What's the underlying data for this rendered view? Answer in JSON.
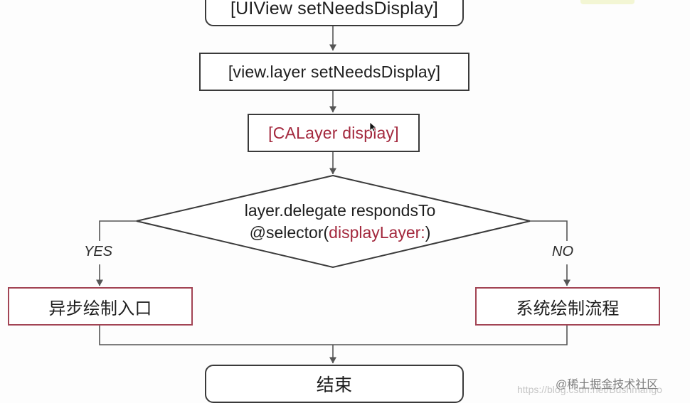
{
  "diagram": {
    "nodes": {
      "uiview_set_needs_display": "[UIView setNeedsDisplay]",
      "layer_set_needs_display": "[view.layer setNeedsDisplay]",
      "calayer_display": "[CALayer display]",
      "decision_line1": "layer.delegate respondsTo",
      "decision_line2_prefix": "@selector(",
      "decision_line2_selector": "displayLayer:",
      "decision_line2_suffix": ")",
      "async_draw_entry": "异步绘制入口",
      "system_draw_flow": "系统绘制流程",
      "end": "结束"
    },
    "branches": {
      "yes": "YES",
      "no": "NO"
    }
  },
  "watermark": {
    "brand": "@稀土掘金技术社区",
    "url": "https://blog.csdn.net/Bushmango"
  },
  "colors": {
    "node_border": "#3a3a3a",
    "accent_red": "#a3283d",
    "branch_border_red": "#a24454",
    "arrow": "#555555"
  }
}
